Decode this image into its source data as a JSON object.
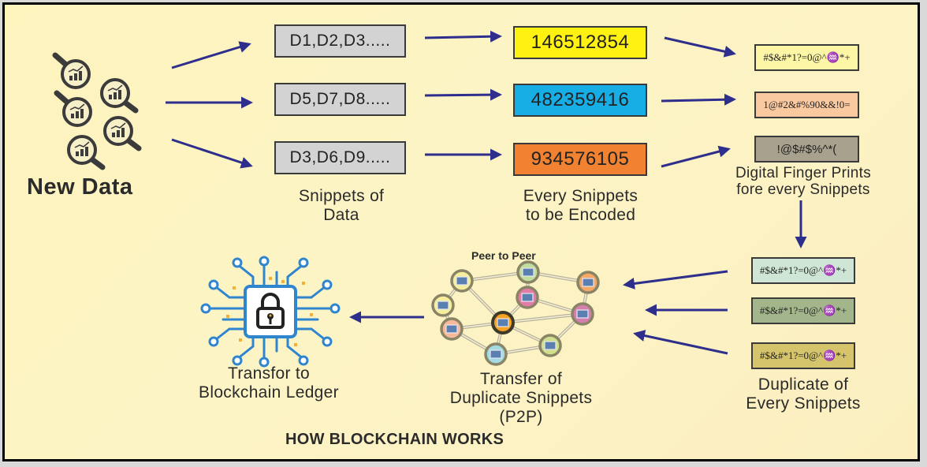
{
  "title": "HOW BLOCKCHAIN WORKS",
  "colors": {
    "background": "#fdf3c2",
    "arrow": "#2e2e8c",
    "border": "#000000"
  },
  "new_data": {
    "label": "New Data",
    "icons": [
      "magnifier-chart-icon",
      "magnifier-chart-icon",
      "magnifier-chart-icon",
      "magnifier-chart-icon",
      "magnifier-chart-icon"
    ]
  },
  "snippets": {
    "caption_line1": "Snippets of",
    "caption_line2": "Data",
    "items": [
      {
        "label": "D1,D2,D3....."
      },
      {
        "label": "D5,D7,D8....."
      },
      {
        "label": "D3,D6,D9....."
      }
    ]
  },
  "encoded": {
    "caption_line1": "Every Snippets",
    "caption_line2": "to be Encoded",
    "items": [
      {
        "value": "146512854",
        "color": "#fff212"
      },
      {
        "value": "482359416",
        "color": "#17aee6"
      },
      {
        "value": "934576105",
        "color": "#f08232"
      }
    ]
  },
  "fingerprints": {
    "caption_line1": "Digital Finger Prints",
    "caption_line2": "fore every Snippets",
    "items": [
      {
        "value": "#$&#*1?=0@^♒*+",
        "color": "#fdf6a6"
      },
      {
        "value": "1@#2&#%90&&!0=",
        "color": "#fbc9a0"
      },
      {
        "value": "!@$#$%^*(",
        "color": "#a7a18d"
      }
    ]
  },
  "duplicates": {
    "caption_line1": "Duplicate of",
    "caption_line2": "Every Snippets",
    "items": [
      {
        "value": "#$&#*1?=0@^♒*+",
        "color": "#cfe6d6"
      },
      {
        "value": "#$&#*1?=0@^♒*+",
        "color": "#a3b58a"
      },
      {
        "value": "#$&#*1?=0@^♒*+",
        "color": "#d6c46c"
      }
    ]
  },
  "p2p": {
    "label": "Peer to Peer",
    "caption_line1": "Transfer of",
    "caption_line2": "Duplicate Snippets",
    "caption_line3": "(P2P)",
    "nodes": [
      {
        "name": "node-1",
        "color": "#f5ee9c"
      },
      {
        "name": "node-2",
        "color": "#c3dd9e"
      },
      {
        "name": "node-3",
        "color": "#f6a867"
      },
      {
        "name": "node-4",
        "color": "#f5ee9c"
      },
      {
        "name": "node-5",
        "color": "#e47ba6"
      },
      {
        "name": "node-6",
        "color": "#f7b99a"
      },
      {
        "name": "node-7",
        "color": "#f5a320"
      },
      {
        "name": "node-8",
        "color": "#d57fae"
      },
      {
        "name": "node-9",
        "color": "#cfe08a"
      },
      {
        "name": "node-10",
        "color": "#a4dbe3"
      }
    ]
  },
  "ledger": {
    "caption_line1": "Transfor to",
    "caption_line2": "Blockchain Ledger",
    "icon": "blockchain-lock-chip-icon"
  }
}
